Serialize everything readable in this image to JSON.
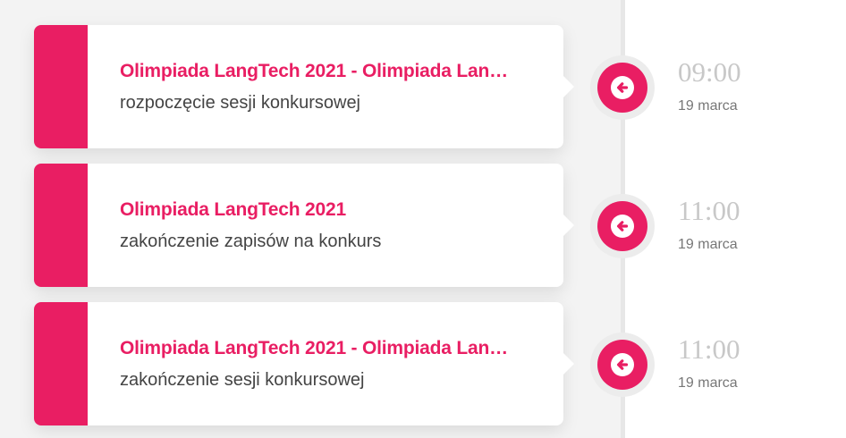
{
  "events": [
    {
      "title": "Olimpiada LangTech 2021 - Olimpiada Lan…",
      "subtitle": "rozpoczęcie sesji konkursowej",
      "time": "09:00",
      "date": "19 marca"
    },
    {
      "title": "Olimpiada LangTech 2021",
      "subtitle": "zakończenie zapisów na konkurs",
      "time": "11:00",
      "date": "19 marca"
    },
    {
      "title": "Olimpiada LangTech 2021 - Olimpiada Lan…",
      "subtitle": "zakończenie sesji konkursowej",
      "time": "11:00",
      "date": "19 marca"
    }
  ],
  "colors": {
    "accent": "#e91e63",
    "background": "#f3f3f3",
    "marker_ring": "#ececec",
    "time_text": "#c8c8c8"
  },
  "icons": {
    "marker": "arrow-left-circle-icon"
  }
}
